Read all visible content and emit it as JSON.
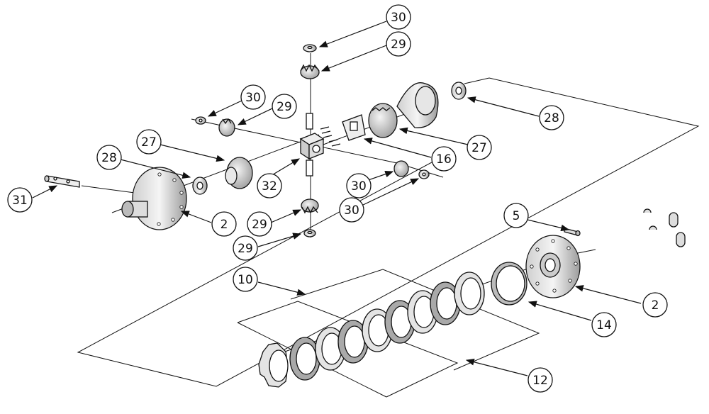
{
  "callouts": [
    {
      "label": "30"
    },
    {
      "label": "29"
    },
    {
      "label": "30"
    },
    {
      "label": "29"
    },
    {
      "label": "28"
    },
    {
      "label": "27"
    },
    {
      "label": "27"
    },
    {
      "label": "28"
    },
    {
      "label": "16"
    },
    {
      "label": "32"
    },
    {
      "label": "31"
    },
    {
      "label": "2"
    },
    {
      "label": "29"
    },
    {
      "label": "30"
    },
    {
      "label": "29"
    },
    {
      "label": "30"
    },
    {
      "label": "5"
    },
    {
      "label": "10"
    },
    {
      "label": "2"
    },
    {
      "label": "14"
    },
    {
      "label": "12"
    }
  ]
}
